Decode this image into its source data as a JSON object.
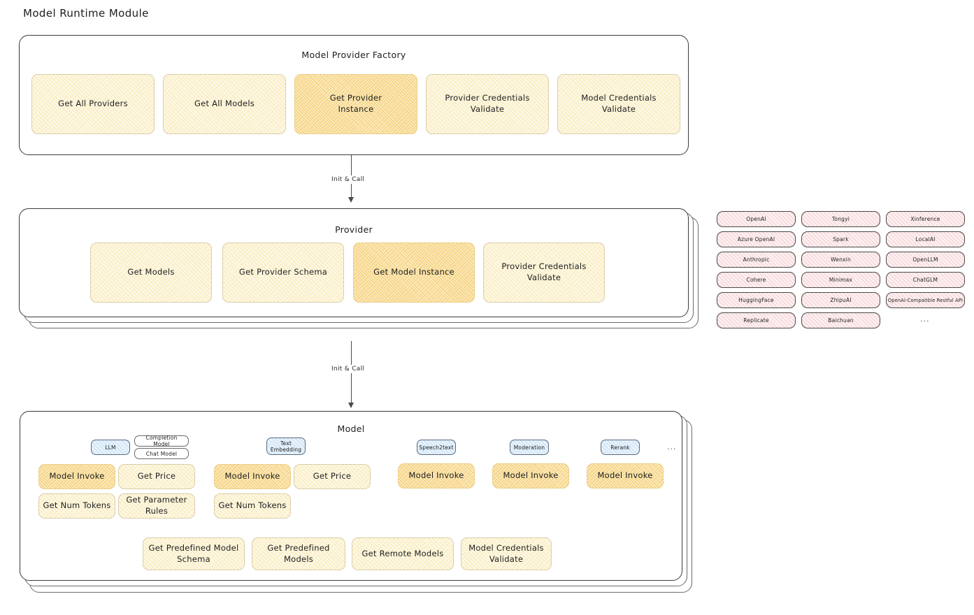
{
  "page": {
    "title": "Model Runtime Module",
    "background": "#ffffff",
    "accent_light": "#fdf8e6",
    "accent_highlight": "#fcedc2",
    "badge_blue": "#e7f2fb",
    "provider_pink": "#fdeff0"
  },
  "factory": {
    "title": "Model Provider Factory",
    "boxes": [
      {
        "label": "Get All Providers",
        "highlighted": false
      },
      {
        "label": "Get All Models",
        "highlighted": false
      },
      {
        "label": "Get Provider\nInstance",
        "highlighted": true
      },
      {
        "label": "Provider Credentials\nValidate",
        "highlighted": false
      },
      {
        "label": "Model Credentials\nValidate",
        "highlighted": false
      }
    ]
  },
  "arrow_top": {
    "label": "Init & Call"
  },
  "arrow_bottom": {
    "label": "Init & Call"
  },
  "provider": {
    "title": "Provider",
    "boxes": [
      {
        "label": "Get Models",
        "highlighted": false
      },
      {
        "label": "Get Provider Schema",
        "highlighted": false
      },
      {
        "label": "Get Model Instance",
        "highlighted": true
      },
      {
        "label": "Provider Credentials\nValidate",
        "highlighted": false
      }
    ]
  },
  "provider_list": {
    "columns": [
      {
        "items": [
          "OpenAI",
          "Azure OpenAI",
          "Anthropic",
          "Cohere",
          "HuggingFace",
          "Replicate"
        ]
      },
      {
        "items": [
          "Tongyi",
          "Spark",
          "Wenxin",
          "Minimax",
          "ZhipuAI",
          "Baichuan"
        ]
      },
      {
        "items": [
          "Xinference",
          "LocalAI",
          "OpenLLM",
          "ChatGLM",
          "OpenAI-Compatible Restful API"
        ]
      }
    ],
    "more_indicator": "..."
  },
  "model": {
    "title": "Model",
    "more_indicator": "...",
    "groups": [
      {
        "badge": "LLM",
        "sub_badges": [
          "Completion Model",
          "Chat Model"
        ],
        "boxes": [
          {
            "label": "Model Invoke",
            "highlighted": true
          },
          {
            "label": "Get Price",
            "highlighted": false
          },
          {
            "label": "Get Num Tokens",
            "highlighted": false
          },
          {
            "label": "Get Parameter\nRules",
            "highlighted": false
          }
        ]
      },
      {
        "badge": "Text\nEmbedding",
        "sub_badges": [],
        "boxes": [
          {
            "label": "Model Invoke",
            "highlighted": true
          },
          {
            "label": "Get Price",
            "highlighted": false
          },
          {
            "label": "Get Num Tokens",
            "highlighted": false
          }
        ]
      },
      {
        "badge": "Speech2text",
        "sub_badges": [],
        "boxes": [
          {
            "label": "Model Invoke",
            "highlighted": true
          }
        ]
      },
      {
        "badge": "Moderation",
        "sub_badges": [],
        "boxes": [
          {
            "label": "Model Invoke",
            "highlighted": true
          }
        ]
      },
      {
        "badge": "Rerank",
        "sub_badges": [],
        "boxes": [
          {
            "label": "Model Invoke",
            "highlighted": true
          }
        ]
      }
    ],
    "shared_boxes": [
      {
        "label": "Get Predefined Model\nSchema",
        "highlighted": false
      },
      {
        "label": "Get Predefined\nModels",
        "highlighted": false
      },
      {
        "label": "Get Remote Models",
        "highlighted": false
      },
      {
        "label": "Model Credentials\nValidate",
        "highlighted": false
      }
    ]
  }
}
